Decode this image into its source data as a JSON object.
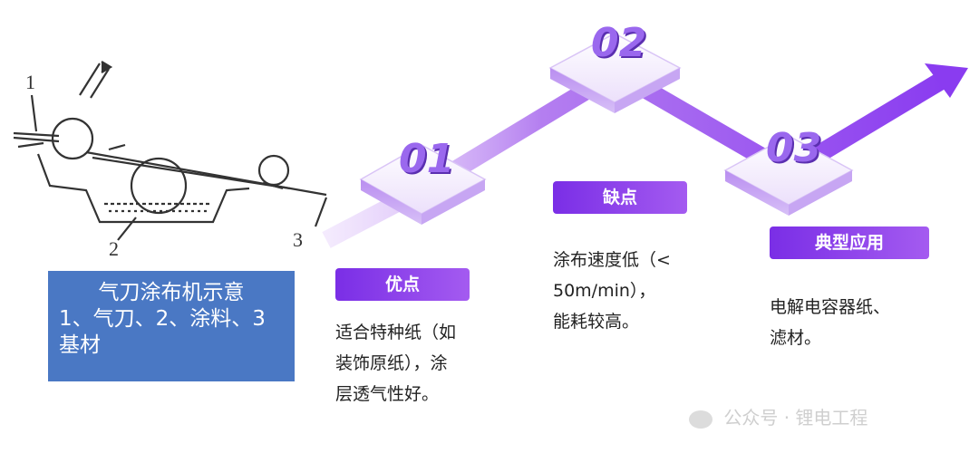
{
  "schematic": {
    "labels": [
      "1",
      "2",
      "3"
    ]
  },
  "caption": {
    "title": "气刀涂布机示意",
    "line2": "1、气刀、2、涂料、3",
    "line3": "基材"
  },
  "steps": [
    {
      "number": "01",
      "label": "优点",
      "desc": [
        "适合特种纸（如",
        "装饰原纸），涂",
        "层透气性好。"
      ]
    },
    {
      "number": "02",
      "label": "缺点",
      "desc": [
        "涂布速度低（<",
        "50m/min），",
        "能耗较高。"
      ]
    },
    {
      "number": "03",
      "label": "典型应用",
      "desc": [
        "电解电容器纸、",
        "滤材。"
      ]
    }
  ],
  "colors": {
    "accent": "#8a3cf0",
    "caption_bg": "#4a78c4"
  },
  "watermark": "公众号 · 锂电工程"
}
